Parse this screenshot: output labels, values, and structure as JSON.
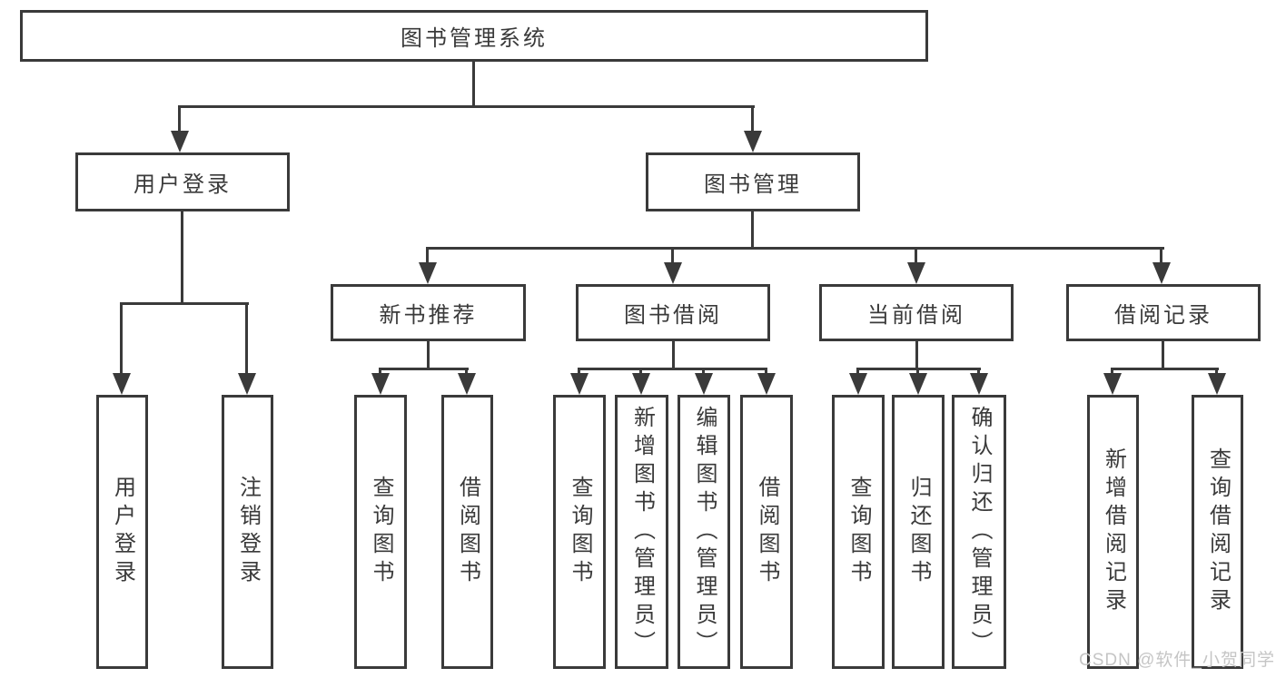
{
  "diagram": {
    "root": {
      "label": "图书管理系统"
    },
    "branches": [
      {
        "label": "用户登录",
        "children": [
          {
            "label": "用户登录"
          },
          {
            "label": "注销登录"
          }
        ]
      },
      {
        "label": "图书管理",
        "children": [
          {
            "label": "新书推荐",
            "children": [
              {
                "label": "查询图书"
              },
              {
                "label": "借阅图书"
              }
            ]
          },
          {
            "label": "图书借阅",
            "children": [
              {
                "label": "查询图书"
              },
              {
                "label": "新增图书（管理员）"
              },
              {
                "label": "编辑图书（管理员）"
              },
              {
                "label": "借阅图书"
              }
            ]
          },
          {
            "label": "当前借阅",
            "children": [
              {
                "label": "查询图书"
              },
              {
                "label": "归还图书"
              },
              {
                "label": "确认归还（管理员）"
              }
            ]
          },
          {
            "label": "借阅记录",
            "children": [
              {
                "label": "新增借阅记录"
              },
              {
                "label": "查询借阅记录"
              }
            ]
          }
        ]
      }
    ],
    "watermark": "CSDN @软件_小贺同学",
    "colors": {
      "line": "#3a3a3a",
      "text": "#3a3a3a",
      "background": "#ffffff",
      "watermark": "#c5c5c5"
    }
  }
}
